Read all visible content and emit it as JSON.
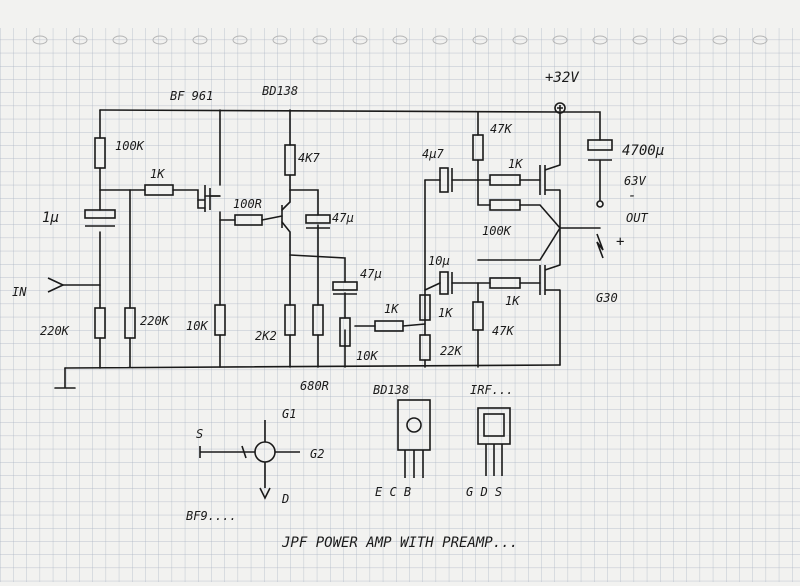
{
  "labels": {
    "bf961": "BF 961",
    "bd138_top": "BD138",
    "v32": "+32V",
    "r100k_in": "100K",
    "r1k_gate": "1K",
    "c1u": "1µ",
    "in": "IN",
    "r220k_a": "220K",
    "r220k_b": "220K",
    "r10k_a": "10K",
    "r4k7": "4K7",
    "r100r": "100R",
    "c47u_a": "47µ",
    "c47u_b": "47µ",
    "r2k2": "2K2",
    "r680r": "680R",
    "r10k_pot": "10K",
    "r1k_fb": "1K",
    "r22k": "22K",
    "c4u7": "4µ7",
    "c10u": "10µ",
    "r1k_mid": "1K",
    "r47k_top": "47K",
    "r1k_top": "1K",
    "r100k_mid": "100K",
    "r1k_low": "1K",
    "r47k_low": "47K",
    "c4700u": "4700µ",
    "v63": "63V",
    "minus": "-",
    "out": "OUT",
    "plus": "+",
    "g30": "G30",
    "bd138_pin": "BD138",
    "irf": "IRF...",
    "g1": "G1",
    "g2": "G2",
    "s": "S",
    "d": "D",
    "bf9": "BF9....",
    "ecb": "E C B",
    "gds": "G D S",
    "title": "JPF POWER AMP WITH PREAMP..."
  },
  "colors": {
    "ink": "#1a1a1a",
    "grid": "#a9b2c2",
    "paper": "#f2f2f0"
  }
}
